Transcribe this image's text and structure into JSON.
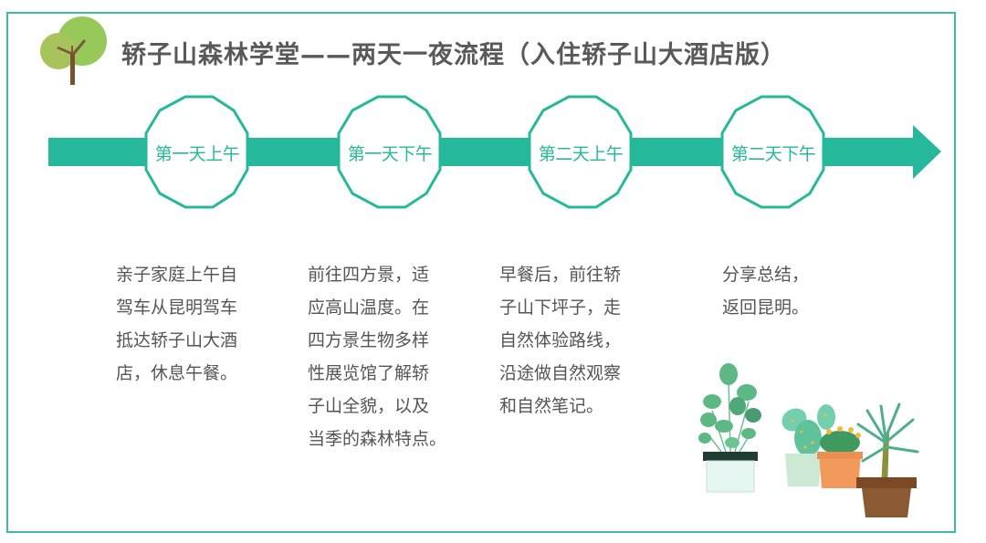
{
  "header": {
    "title": "轿子山森林学堂——两天一夜流程（入住轿子山大酒店版）",
    "logo_icon": "tree-icon"
  },
  "colors": {
    "accent": "#26b89a",
    "frame": "#3dbba3",
    "text": "#555555",
    "title": "#595959"
  },
  "timeline": {
    "arrow_icon": "arrow-right-icon",
    "stages": [
      {
        "label": "第一天上午",
        "description": "亲子家庭上午自\n驾车从昆明驾车\n抵达轿子山大酒\n店，休息午餐。"
      },
      {
        "label": "第一天下午",
        "description": "前往四方景，适\n应高山温度。在\n四方景生物多样\n性展览馆了解轿\n子山全貌，以及\n当季的森林特点。"
      },
      {
        "label": "第二天上午",
        "description": "早餐后，前往轿\n子山下坪子，走\n自然体验路线，\n沿途做自然观察\n和自然笔记。"
      },
      {
        "label": "第二天下午",
        "description": "分享总结，\n返回昆明。"
      }
    ]
  },
  "decoration": {
    "plants_icon": "potted-plants-illustration"
  }
}
